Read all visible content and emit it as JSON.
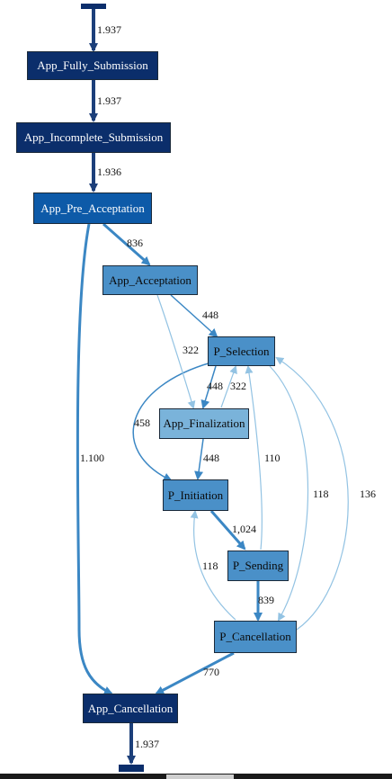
{
  "colors": {
    "dark": "#0b2e6b",
    "mid": "#0d5aa8",
    "light": "#4a90c8",
    "lighter": "#7ab3da",
    "edge_strong": "#1c3f7a",
    "edge_mid": "#3b87c4",
    "edge_light": "#93c3e3"
  },
  "nodes": {
    "app_fully_submission": "App_Fully_Submission",
    "app_incomplete_submission": "App_Incomplete_Submission",
    "app_pre_acceptation": "App_Pre_Acceptation",
    "app_acceptation": "App_Acceptation",
    "p_selection": "P_Selection",
    "app_finalization": "App_Finalization",
    "p_initiation": "P_Initiation",
    "p_sending": "P_Sending",
    "p_cancellation": "P_Cancellation",
    "app_cancellation": "App_Cancellation"
  },
  "edges": {
    "start_to_fully": "1.937",
    "fully_to_incomplete": "1.937",
    "incomplete_to_pre": "1.936",
    "pre_to_acceptation": "836",
    "acceptation_to_selection": "448",
    "acceptation_to_finalization": "322",
    "selection_to_finalization": "448",
    "finalization_to_selection": "322",
    "selection_to_initiation": "458",
    "finalization_to_initiation": "448",
    "sending_to_selection": "110",
    "initiation_to_sending": "1,024",
    "selection_to_pcancel": "118",
    "pcancel_to_selection": "136",
    "pcancel_to_initiation": "118",
    "sending_to_pcancel": "839",
    "pre_to_appcancel": "1.100",
    "pcancel_to_appcancel": "770",
    "appcancel_to_end": "1.937"
  }
}
